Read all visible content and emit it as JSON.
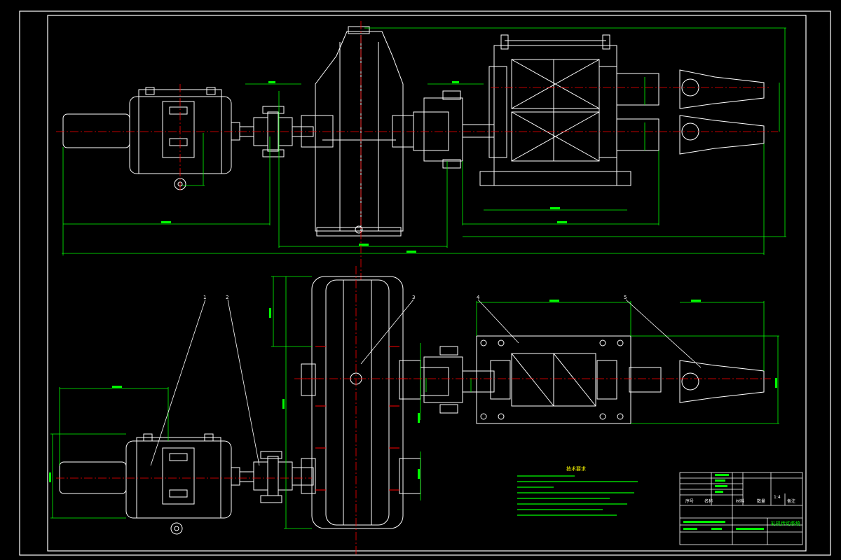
{
  "drawing": {
    "colors": {
      "background": "#000000",
      "outline": "#ffffff",
      "dimension": "#00ff00",
      "centerline": "#ff0000",
      "text_green": "#00ff00",
      "text_yellow": "#ffff00",
      "title_block": "#ffffff",
      "magenta": "#ff00ff"
    },
    "balloons": [
      "1",
      "2",
      "3",
      "4",
      "5"
    ],
    "notes_title": "技术要求",
    "title_block": {
      "labels": [
        "序号",
        "名称",
        "材料",
        "数量",
        "备注"
      ],
      "drawing_title": "轧机传动系统",
      "school": "",
      "scale": "1:4"
    }
  }
}
